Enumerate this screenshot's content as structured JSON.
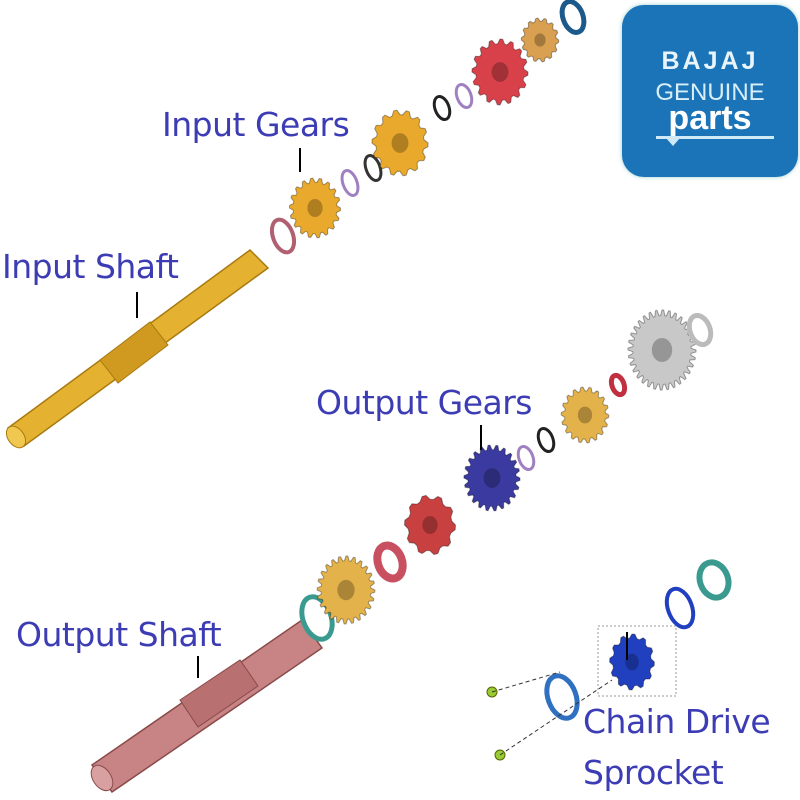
{
  "logo": {
    "brand": "BAJAJ",
    "line1": "GENUINE",
    "line2": "parts",
    "color": "#1b74b8"
  },
  "labels": {
    "input_gears": "Input Gears",
    "input_shaft": "Input Shaft",
    "output_gears": "Output Gears",
    "output_shaft": "Output Shaft",
    "chain_drive": "Chain Drive",
    "sprocket": "Sprocket"
  },
  "colors": {
    "label": "#3c3cb4",
    "input_gear_gold": "#e8a92c",
    "input_gear_red": "#d8404a",
    "output_gear_blue": "#3a3aa0",
    "output_gear_gold": "#e3b24a",
    "output_gear_silver": "#c8c8c8",
    "shaft_input": "#e0b030",
    "shaft_output": "#c98080",
    "sprocket": "#2040c0",
    "seal_teal": "#3a9a90"
  }
}
